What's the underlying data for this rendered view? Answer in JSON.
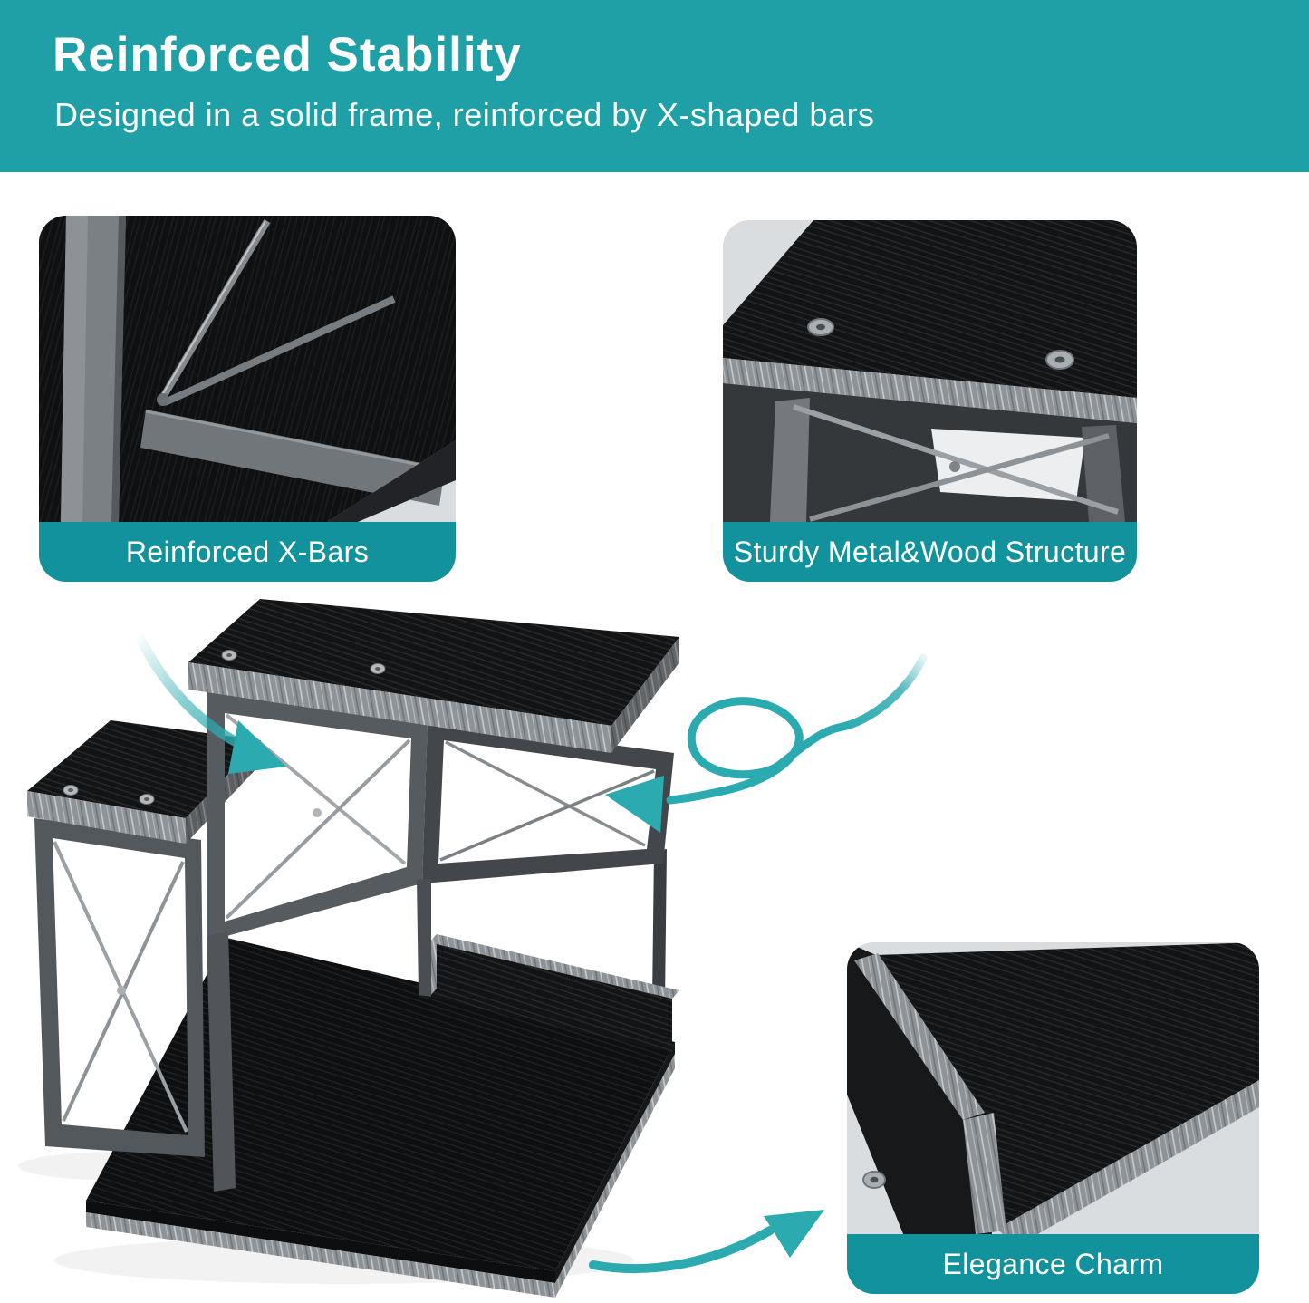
{
  "header": {
    "title": "Reinforced Stability",
    "subtitle": "Designed in a solid frame, reinforced by X-shaped bars"
  },
  "callouts": [
    {
      "caption": "Reinforced X-Bars",
      "photo": "x-bar-corner-closeup"
    },
    {
      "caption": "Sturdy Metal&Wood Structure",
      "photo": "tabletop-underside-closeup"
    },
    {
      "caption": "Elegance Charm",
      "photo": "black-woodgrain-corner-closeup"
    }
  ],
  "main_photo": "two-tier-black-metal-wood-stand",
  "arrows": [
    "arrow-to-top-shelf",
    "arrow-loop-to-frame",
    "arrow-to-elegance-callout"
  ],
  "colors": {
    "header_teal": "#1fa0a6",
    "caption_teal": "#11929c",
    "arrow_teal": "#2baaaf",
    "callout_background": "#dbdfe2",
    "page_background": "#ffffff",
    "wood_black": "#131416",
    "metal_gray": "#565b5f",
    "edge_band_gray": "#8e9397"
  }
}
